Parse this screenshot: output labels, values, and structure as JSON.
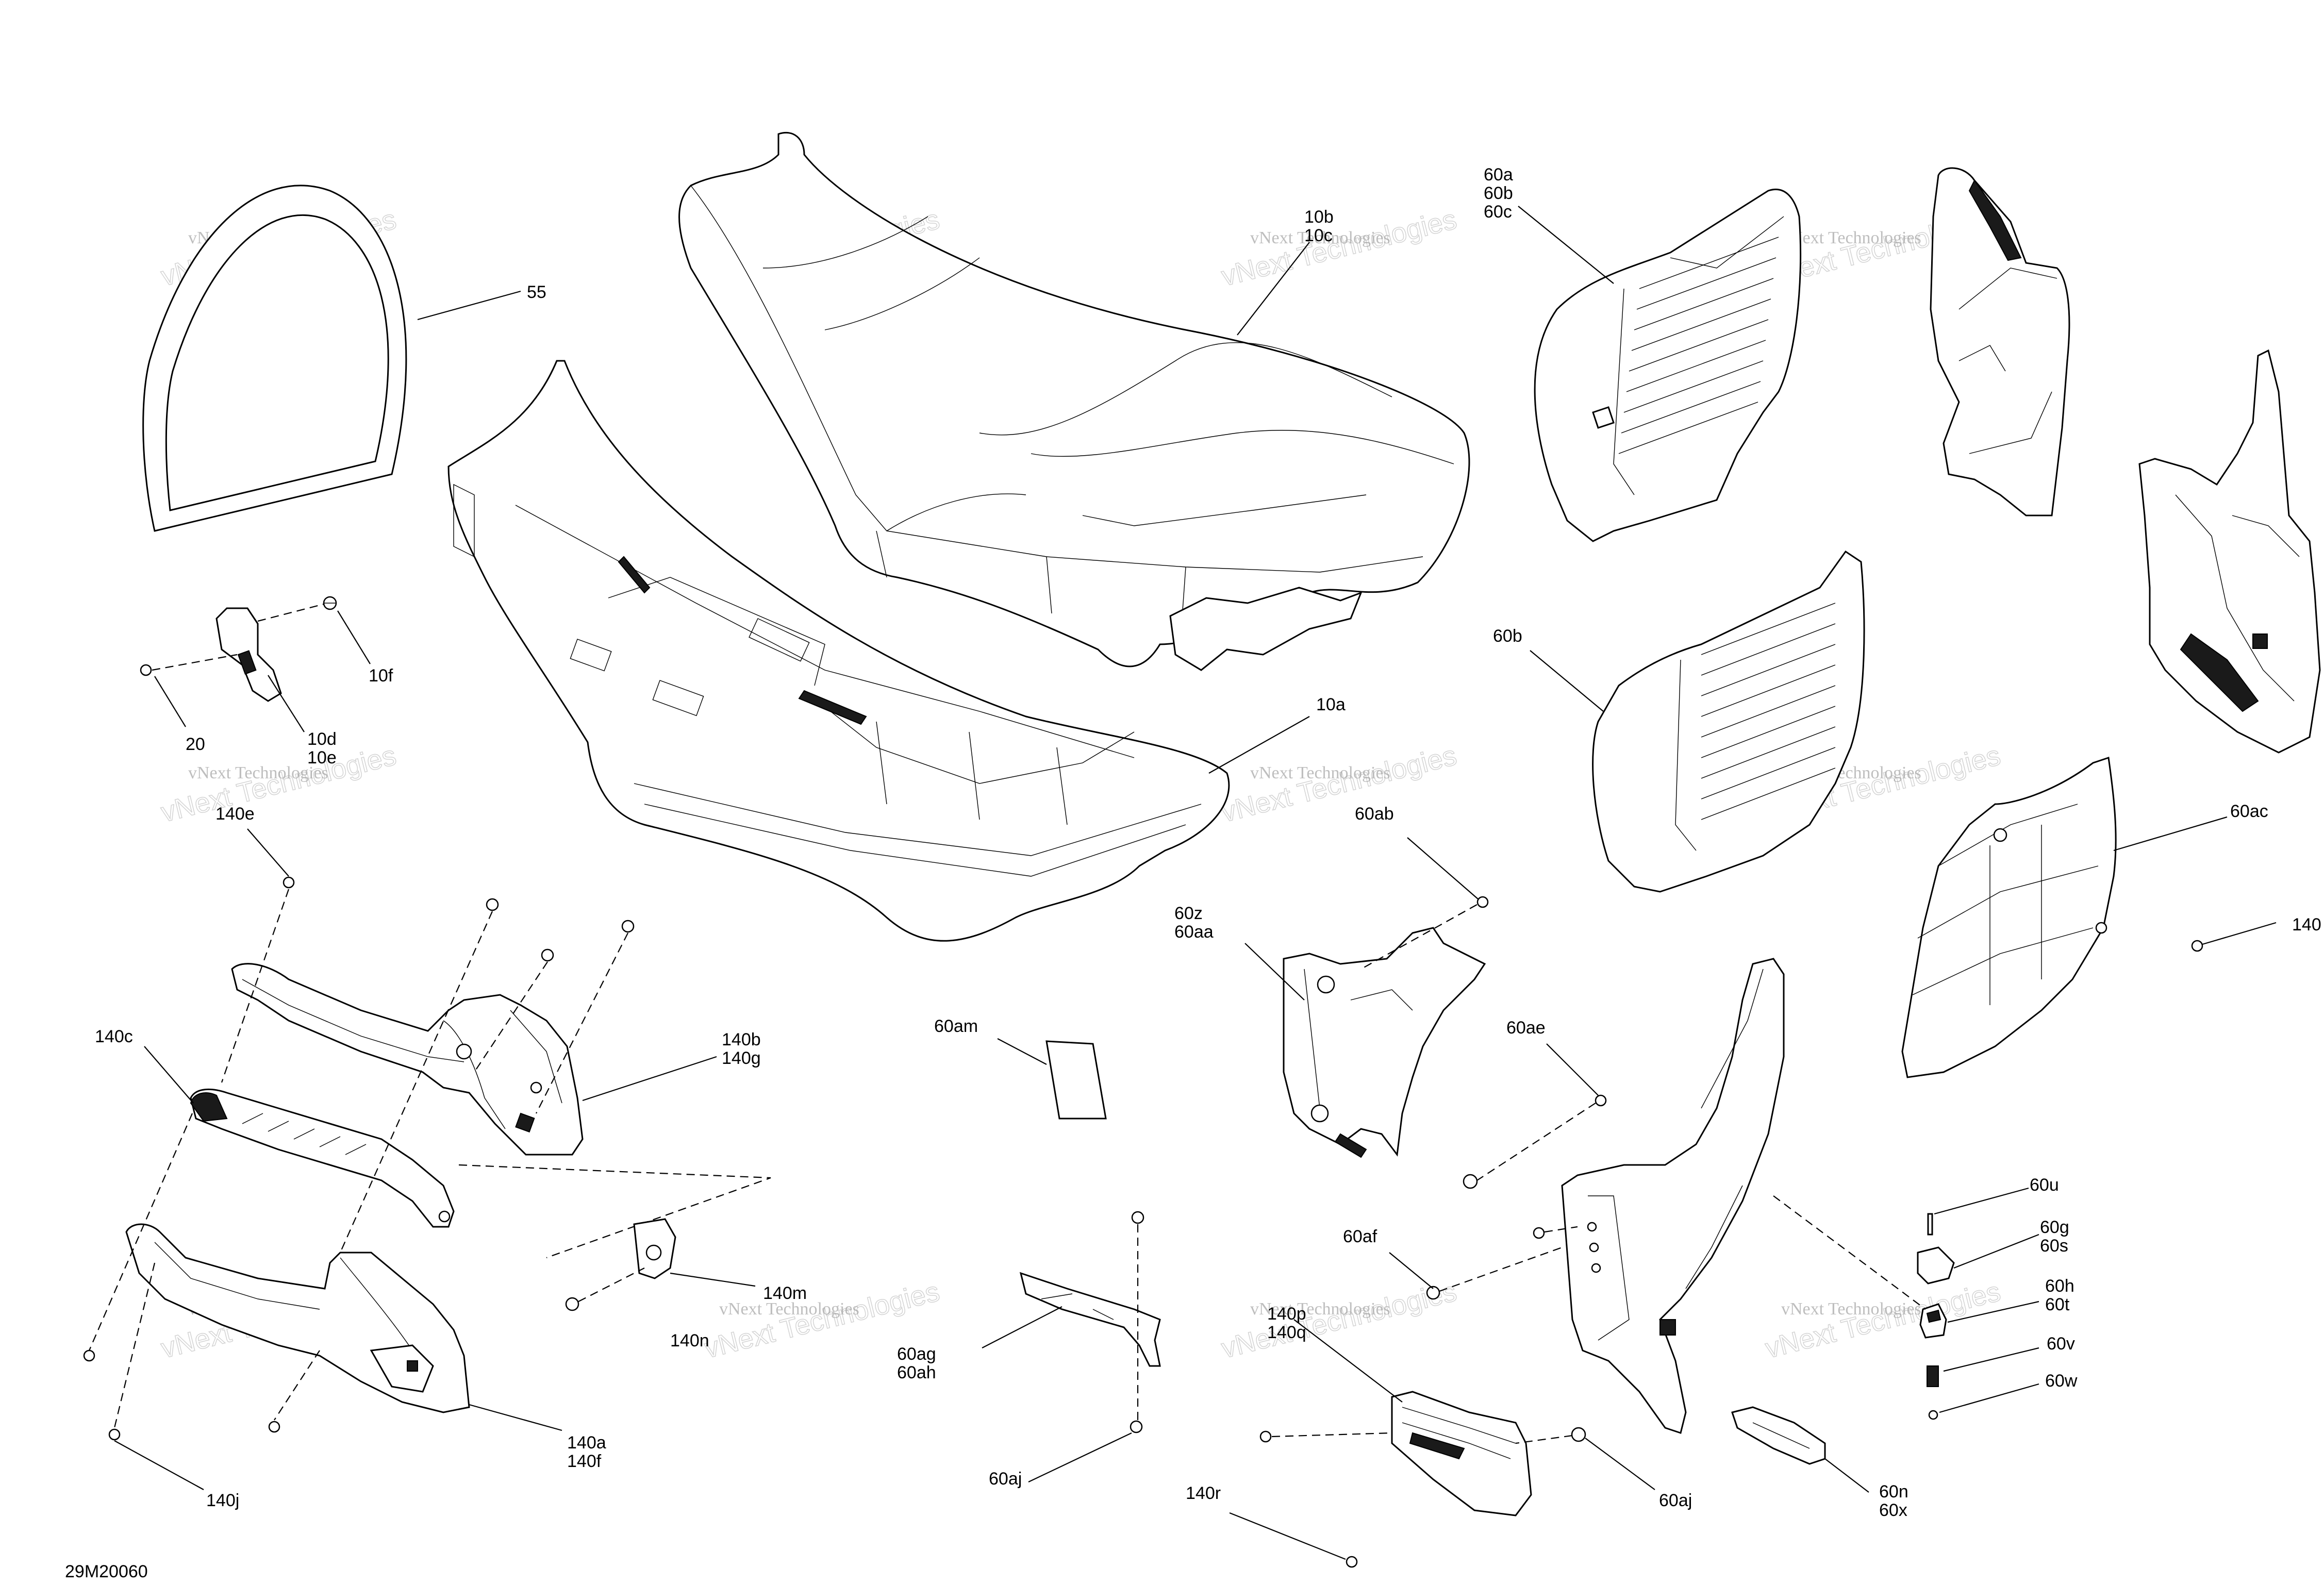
{
  "diagram": {
    "drawing_number": "29M20060",
    "watermark": {
      "line1": "vNext Technologies",
      "line2": "vNext Technologies"
    },
    "callouts": {
      "c55": "55",
      "c10b": "10b",
      "c10c": "10c",
      "c10f": "10f",
      "c20": "20",
      "c10d": "10d",
      "c10e": "10e",
      "c10a": "10a",
      "c140e": "140e",
      "c140c": "140c",
      "c140b": "140b",
      "c140g": "140g",
      "c140m": "140m",
      "c140n": "140n",
      "c140a": "140a",
      "c140f": "140f",
      "c140j": "140j",
      "c60am": "60am",
      "c60ag": "60ag",
      "c60ah": "60ah",
      "c60aj_left": "60aj",
      "c140p": "140p",
      "c140q": "140q",
      "c140r": "140r",
      "c60aj_right": "60aj",
      "c60a": "60a",
      "c60b_top": "60b",
      "c60c": "60c",
      "c60b": "60b",
      "c60ab": "60ab",
      "c60z": "60z",
      "c60aa": "60aa",
      "c60ae": "60ae",
      "c60af": "60af",
      "c60ac": "60ac",
      "c140_edge": "140",
      "c60u": "60u",
      "c60g": "60g",
      "c60s": "60s",
      "c60h": "60h",
      "c60t": "60t",
      "c60v": "60v",
      "c60w": "60w",
      "c60n": "60n",
      "c60x": "60x"
    }
  }
}
